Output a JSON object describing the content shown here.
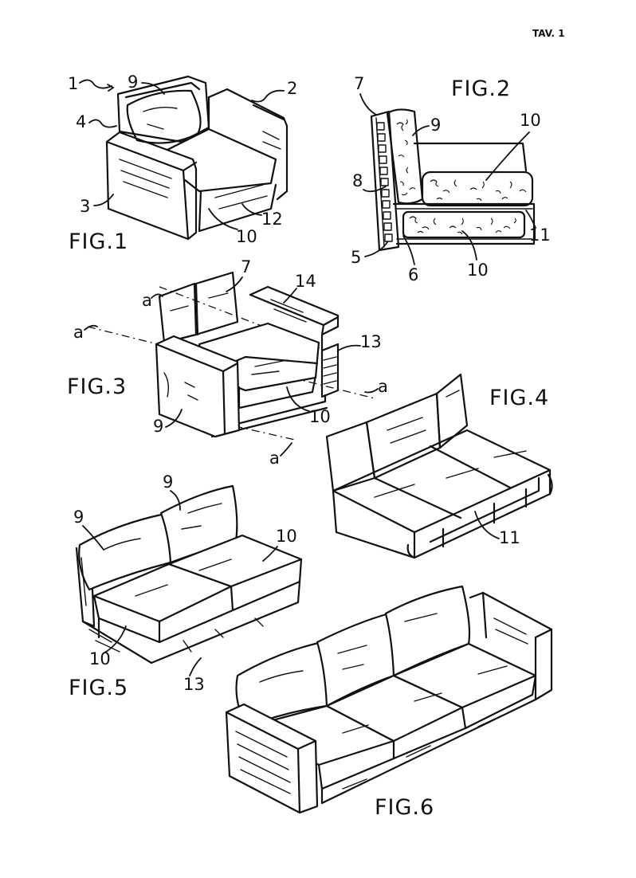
{
  "sheet": {
    "label": "TAV. 1"
  },
  "figures": {
    "fig1": {
      "title": "FIG.1",
      "refs": {
        "r1": "1",
        "r2": "2",
        "r3": "3",
        "r4": "4",
        "r9": "9",
        "r10": "10",
        "r12": "12"
      }
    },
    "fig2": {
      "title": "FIG.2",
      "refs": {
        "r5": "5",
        "r6": "6",
        "r7": "7",
        "r8": "8",
        "r9": "9",
        "r10a": "10",
        "r10b": "10",
        "r11": "11"
      }
    },
    "fig3": {
      "title": "FIG.3",
      "refs": {
        "a1": "a",
        "a2": "a",
        "a3": "a",
        "a4": "a",
        "r7": "7",
        "r9": "9",
        "r10": "10",
        "r13": "13",
        "r14": "14"
      }
    },
    "fig4": {
      "title": "FIG.4",
      "refs": {
        "r11": "11"
      }
    },
    "fig5": {
      "title": "FIG.5",
      "refs": {
        "r9a": "9",
        "r9b": "9",
        "r10a": "10",
        "r10b": "10",
        "r13": "13"
      }
    },
    "fig6": {
      "title": "FIG.6"
    }
  }
}
